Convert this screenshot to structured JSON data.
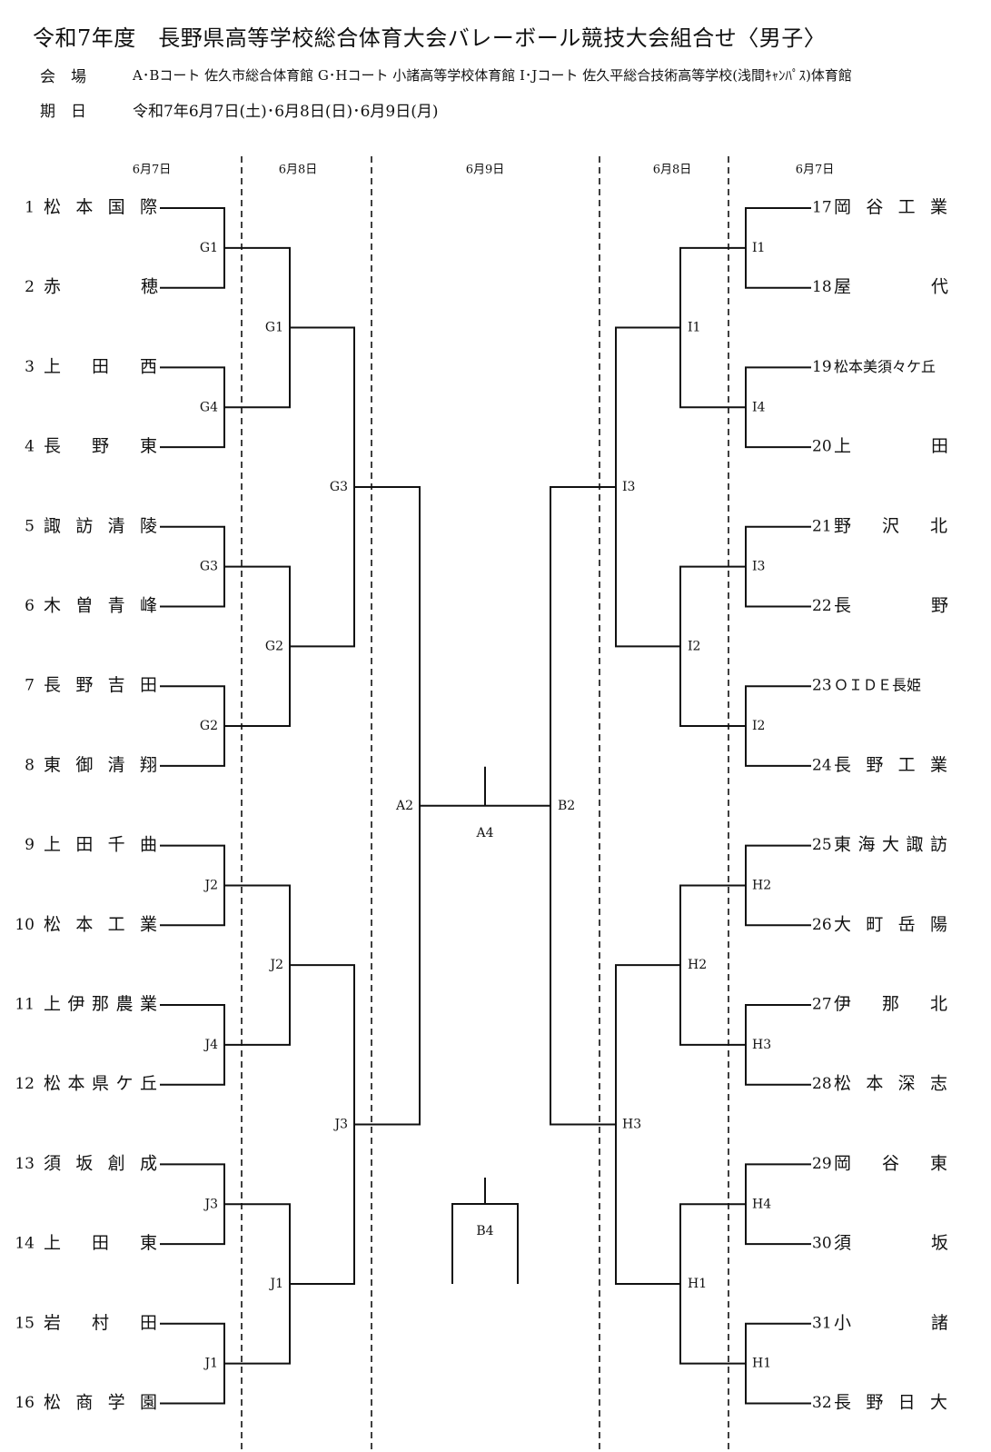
{
  "header": {
    "title": "令和7年度　長野県高等学校総合体育大会バレーボール競技大会組合せ〈男子〉",
    "venue_label": "会　場",
    "venue_value": "A･Bコート 佐久市総合体育館 G･Hコート 小諸高等学校体育館 I･Jコート 佐久平総合技術高等学校(浅間ｷｬﾝﾊﾟｽ)体育館",
    "date_label": "期　日",
    "date_value": "令和7年6月7日(土)･6月8日(日)･6月9日(月)"
  },
  "day_headers": {
    "left_r1": "6月7日",
    "left_r2": "6月8日",
    "center": "6月9日",
    "right_r2": "6月8日",
    "right_r1": "6月7日"
  },
  "left_teams": [
    {
      "no": "1",
      "name": "松本国際"
    },
    {
      "no": "2",
      "name": "赤　　穂"
    },
    {
      "no": "3",
      "name": "上田西"
    },
    {
      "no": "4",
      "name": "長野東"
    },
    {
      "no": "5",
      "name": "諏訪清陵"
    },
    {
      "no": "6",
      "name": "木曽青峰"
    },
    {
      "no": "7",
      "name": "長野吉田"
    },
    {
      "no": "8",
      "name": "東御清翔"
    },
    {
      "no": "9",
      "name": "上田千曲"
    },
    {
      "no": "10",
      "name": "松本工業"
    },
    {
      "no": "11",
      "name": "上伊那農業"
    },
    {
      "no": "12",
      "name": "松本県ケ丘"
    },
    {
      "no": "13",
      "name": "須坂創成"
    },
    {
      "no": "14",
      "name": "上田東"
    },
    {
      "no": "15",
      "name": "岩村田"
    },
    {
      "no": "16",
      "name": "松商学園"
    }
  ],
  "right_teams": [
    {
      "no": "17",
      "name": "岡谷工業"
    },
    {
      "no": "18",
      "name": "屋　　代"
    },
    {
      "no": "19",
      "name": "松本美須々ケ丘"
    },
    {
      "no": "20",
      "name": "上　　田"
    },
    {
      "no": "21",
      "name": "野沢北"
    },
    {
      "no": "22",
      "name": "長　　野"
    },
    {
      "no": "23",
      "name": "ＯＩＤＥ長姫"
    },
    {
      "no": "24",
      "name": "長野工業"
    },
    {
      "no": "25",
      "name": "東海大諏訪"
    },
    {
      "no": "26",
      "name": "大町岳陽"
    },
    {
      "no": "27",
      "name": "伊那北"
    },
    {
      "no": "28",
      "name": "松本深志"
    },
    {
      "no": "29",
      "name": "岡谷東"
    },
    {
      "no": "30",
      "name": "須　　坂"
    },
    {
      "no": "31",
      "name": "小　　諸"
    },
    {
      "no": "32",
      "name": "長野日大"
    }
  ],
  "left_r1_tags": [
    "G1",
    "G4",
    "G3",
    "G2",
    "J2",
    "J4",
    "J3",
    "J1"
  ],
  "left_r2_tags": [
    "G1",
    "G2",
    "J2",
    "J1"
  ],
  "left_r3_tags": [
    "G3",
    "J3"
  ],
  "left_final_tag": "A2",
  "right_r1_tags": [
    "I1",
    "I4",
    "I3",
    "I2",
    "H2",
    "H3",
    "H4",
    "H1"
  ],
  "right_r2_tags": [
    "I1",
    "I2",
    "H2",
    "H1"
  ],
  "right_r3_tags": [
    "I3",
    "H3"
  ],
  "right_final_tag": "B2",
  "final_tag": "A4",
  "third_place_tag": "B4"
}
